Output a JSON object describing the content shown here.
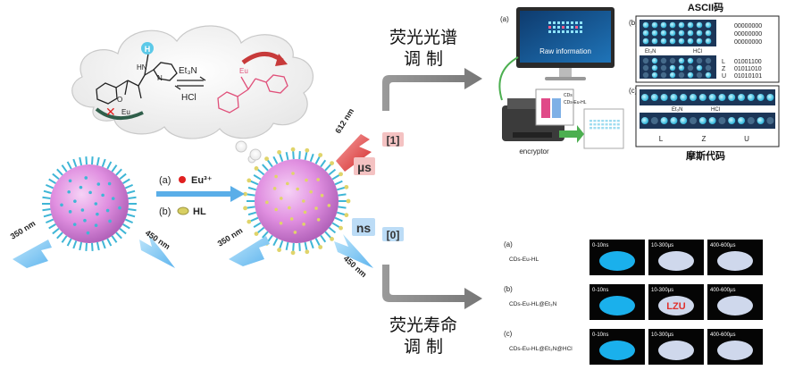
{
  "scheme": {
    "reagent_et3n": "Et₃N",
    "reagent_hcl": "HCl",
    "atom_eu_left": "Eu",
    "atom_eu_right": "Eu",
    "step_a_label": "(a)",
    "step_a_reagent": "Eu³⁺",
    "step_b_label": "(b)",
    "step_b_reagent": "HL",
    "wave_350_left": "350 nm",
    "wave_450_left": "450 nm",
    "wave_350_right": "350 nm",
    "wave_450_right": "450 nm",
    "wave_612": "612 nm",
    "us_label": "µs",
    "ns_label": "ns",
    "bit_one": "[1]",
    "bit_zero": "[0]"
  },
  "spectral": {
    "title_line1": "荧光光谱",
    "title_line2": "调 制",
    "panel_a": "(a)",
    "panel_b": "(b)",
    "panel_c": "(c)",
    "ascii_title": "ASCII码",
    "raw_information": "Raw information",
    "encryptor": "encryptor",
    "morse_title": "摩斯代码",
    "et3n_tag": "Et₃N",
    "hcl_tag": "HCl",
    "et3n_tag_c": "Et₃N",
    "hcl_tag_c": "HCl",
    "ascii_zero_rows": [
      "00000000",
      "00000000",
      "00000000"
    ],
    "ascii_letters": [
      "L",
      "Z",
      "U"
    ],
    "ascii_codes": [
      "01001100",
      "01011010",
      "01010101"
    ],
    "morse_letters": [
      "L",
      "Z",
      "U"
    ],
    "ink_label_1": "CDs",
    "ink_label_2": "CDs-Eu-HL"
  },
  "lifetime": {
    "title_line1": "荧光寿命",
    "title_line2": "调 制",
    "rows": [
      {
        "label": "(a)",
        "sample": "CDs-Eu-HL",
        "windows": [
          "0-10ns",
          "10-300µs",
          "400-600µs"
        ]
      },
      {
        "label": "(b)",
        "sample": "CDs-Eu-HL@Et₃N",
        "windows": [
          "0-10ns",
          "10-300µs",
          "400-600µs"
        ]
      },
      {
        "label": "(c)",
        "sample": "CDs-Eu-HL@Et₃N@HCl",
        "windows": [
          "0-10ns",
          "10-300µs",
          "400-600µs"
        ]
      }
    ],
    "lzu_text": "LZU"
  },
  "colors": {
    "sphere": "#e08fe0",
    "cyan": "#3dc8e8",
    "red_laser": "#e23a3a",
    "arrow_gray": "#8c8c8c"
  }
}
